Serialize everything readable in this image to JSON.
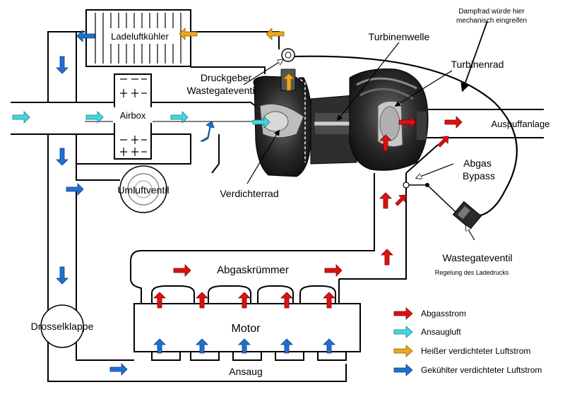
{
  "labels": {
    "ladeluftkuehler": "Ladeluftkühler",
    "airbox": "Airbox",
    "umluftventil": "Umluftventil",
    "drosselklappe": "Drosselklappe",
    "motor": "Motor",
    "ansaug": "Ansaug",
    "abgaskruemmer": "Abgaskrümmer",
    "turbinenwelle": "Turbinenwelle",
    "turbinenrad": "Turbinenrad",
    "druckgeber_line1": "Druckgeber",
    "druckgeber_line2": "Wastegateventil",
    "verdichterrad": "Verdichterrad",
    "auspuffanlage": "Auspuffanlage",
    "abgas_bypass_line1": "Abgas",
    "abgas_bypass_line2": "Bypass",
    "wastegateventil": "Wastegateventil",
    "regelung": "Regelung des Ladedrucks",
    "dampfrad_line1": "Dampfrad würde hier",
    "dampfrad_line2": "mechanisch eingreifen"
  },
  "legend": [
    {
      "label": "Abgasstrom",
      "color": "#e01010"
    },
    {
      "label": "Ansaugluft",
      "color": "#40d8e0"
    },
    {
      "label": "Heißer verdichteter Luftstrom",
      "color": "#e8a820"
    },
    {
      "label": "Gekühlter verdichteter Luftstrom",
      "color": "#2070d0"
    }
  ],
  "colors": {
    "exhaust": "#e01010",
    "intake": "#40d8e0",
    "hot_air": "#e8a820",
    "cooled_air": "#2070d0",
    "lines": "#000000"
  }
}
